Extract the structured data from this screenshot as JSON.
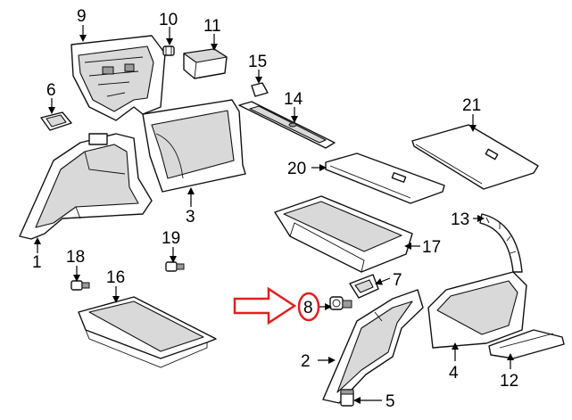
{
  "labels": {
    "p1": "1",
    "p2": "2",
    "p3": "3",
    "p4": "4",
    "p5": "5",
    "p6": "6",
    "p7": "7",
    "p8": "8",
    "p9": "9",
    "p10": "10",
    "p11": "11",
    "p12": "12",
    "p13": "13",
    "p14": "14",
    "p15": "15",
    "p16": "16",
    "p17": "17",
    "p18": "18",
    "p19": "19",
    "p20": "20",
    "p21": "21"
  },
  "highlight": {
    "part": "8",
    "color": "#e02020"
  }
}
